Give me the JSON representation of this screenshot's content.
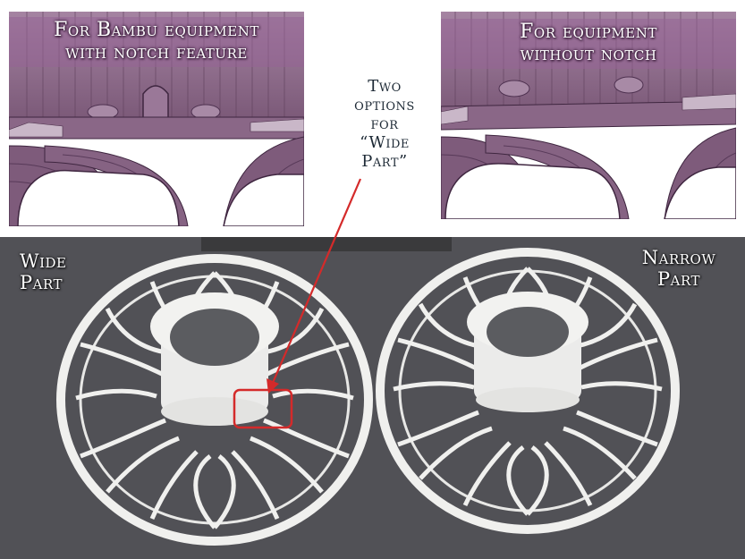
{
  "panels": {
    "left": {
      "caption_line1": "For Bambu equipment",
      "caption_line2": "with notch feature"
    },
    "right": {
      "caption_line1": "For equipment",
      "caption_line2": "without notch"
    }
  },
  "note": {
    "line1": "Two",
    "line2": "options",
    "line3": "for",
    "line4": "“Wide",
    "line5": "Part”"
  },
  "photo": {
    "wide_line1": "Wide",
    "wide_line2": "Part",
    "narrow_line1": "Narrow",
    "narrow_line2": "Part"
  },
  "colors": {
    "cad_fill": "#8f6a8c",
    "cad_dark": "#6b4968",
    "photo_bg": "#55565a",
    "part_white": "#f2f2f0",
    "callout_red": "#d42a2a",
    "note_text": "#1e2a36"
  }
}
